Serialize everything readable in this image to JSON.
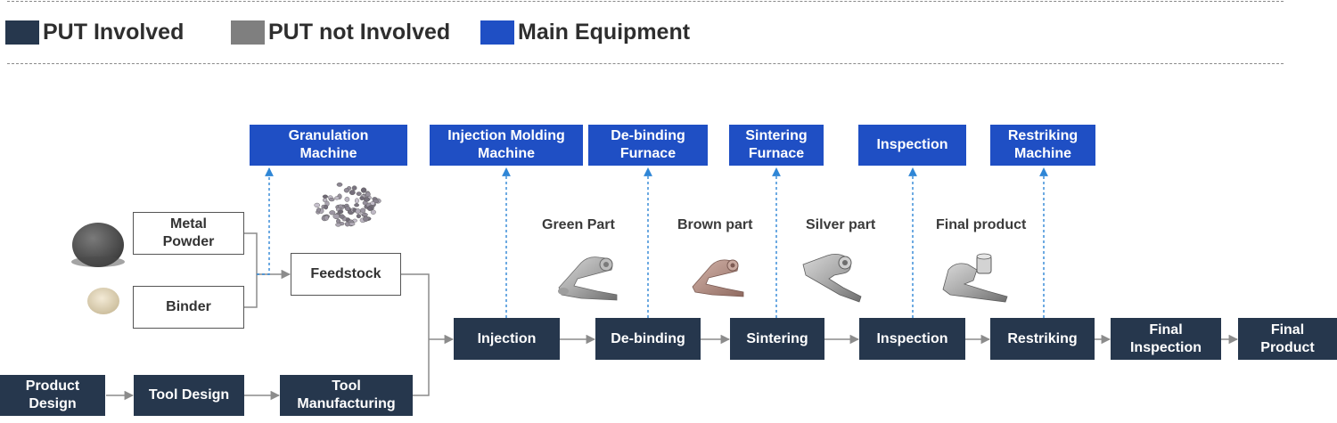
{
  "legend": [
    {
      "label": "PUT Involved",
      "color": "#26374d"
    },
    {
      "label": "PUT not Involved",
      "color": "#7f7f7f"
    },
    {
      "label": "Main Equipment",
      "color": "#1f4fc4"
    }
  ],
  "equipment": {
    "granulation": "Granulation\nMachine",
    "injection_molding": "Injection Molding\nMachine",
    "debinding_furnace": "De-binding\nFurnace",
    "sintering_furnace": "Sintering\nFurnace",
    "inspection": "Inspection",
    "restriking_machine": "Restriking\nMachine"
  },
  "materials": {
    "metal_powder": "Metal\nPowder",
    "binder": "Binder",
    "feedstock": "Feedstock"
  },
  "process": {
    "product_design": "Product\nDesign",
    "tool_design": "Tool Design",
    "tool_manufacturing": "Tool\nManufacturing",
    "injection": "Injection",
    "debinding": "De-binding",
    "sintering": "Sintering",
    "inspection": "Inspection",
    "restriking": "Restriking",
    "final_inspection": "Final\nInspection",
    "final_product": "Final\nProduct"
  },
  "stage_labels": {
    "green": "Green Part",
    "brown": "Brown part",
    "silver": "Silver part",
    "final": "Final product"
  },
  "colors": {
    "dark": "#26374d",
    "equipment": "#1f4fc4",
    "connector": "#8c8c8c",
    "dashed_arrow": "#2f86d6"
  }
}
